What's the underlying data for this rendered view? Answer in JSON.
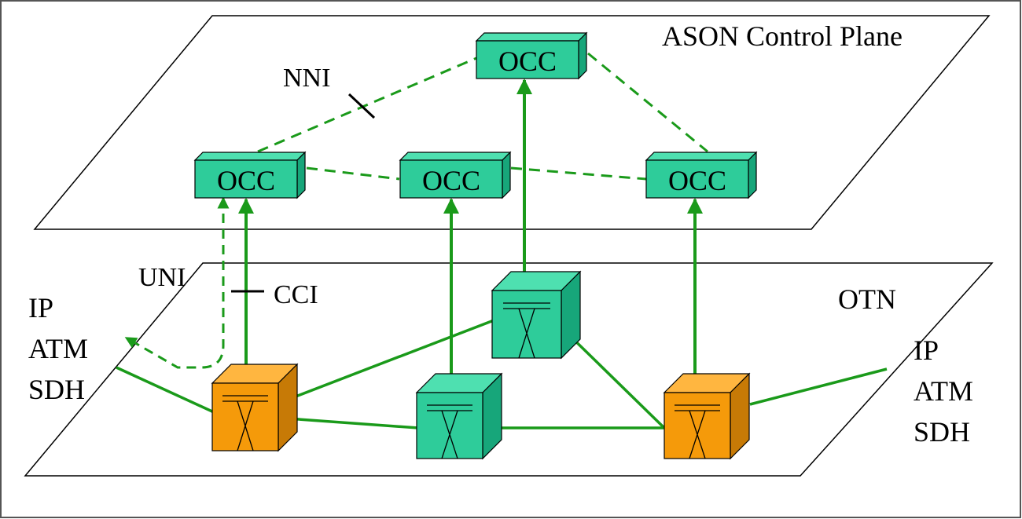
{
  "planes": {
    "control": {
      "label": "ASON Control Plane"
    },
    "transport": {
      "label": "OTN"
    }
  },
  "controllers": {
    "top": "OCC",
    "left": "OCC",
    "middle": "OCC",
    "right": "OCC"
  },
  "interfaces": {
    "nni": "NNI",
    "uni": "UNI",
    "cci": "CCI"
  },
  "clients": {
    "left": {
      "line1": "IP",
      "line2": "ATM",
      "line3": "SDH"
    },
    "right": {
      "line1": "IP",
      "line2": "ATM",
      "line3": "SDH"
    }
  },
  "colors": {
    "link_green": "#1a9a1a",
    "occ_fill": "#2ecc9a",
    "switch_teal": "#2ecc9a",
    "switch_orange": "#f59a0a"
  }
}
